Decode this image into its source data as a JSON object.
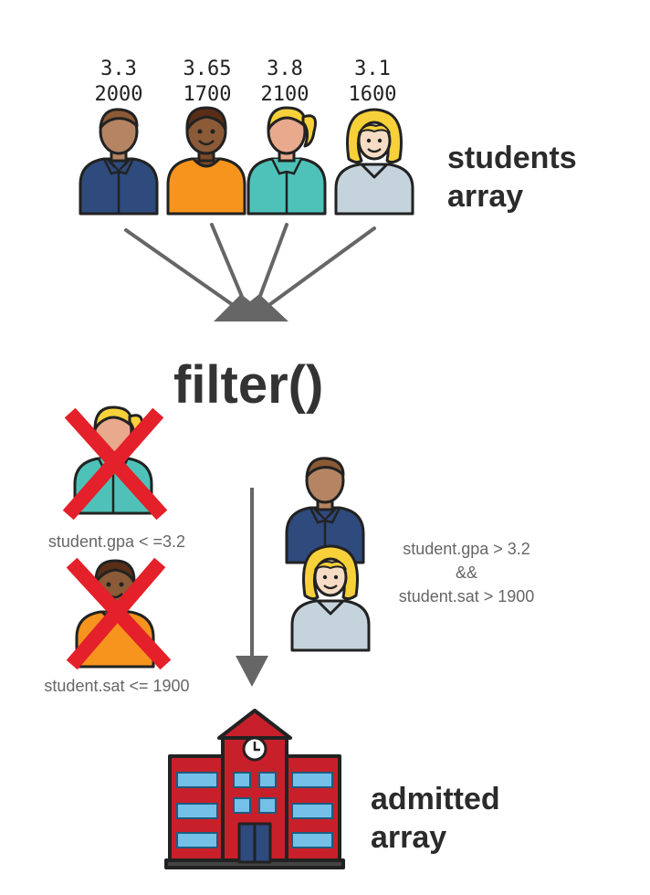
{
  "students": [
    {
      "gpa": "3.3",
      "sat": "2000"
    },
    {
      "gpa": "3.65",
      "sat": "1700"
    },
    {
      "gpa": "3.8",
      "sat": "2100"
    },
    {
      "gpa": "3.1",
      "sat": "1600"
    }
  ],
  "input_label": [
    "students",
    "array"
  ],
  "function_label": "filter()",
  "reject_conditions": {
    "gpa": "student.gpa < =3.2",
    "sat": "student.sat <= 1900"
  },
  "accept_condition": {
    "line1": "student.gpa > 3.2",
    "line2": "&&",
    "line3": "student.sat > 1900"
  },
  "output_label": [
    "admitted",
    "array"
  ],
  "colors": {
    "navy": "#2f4a7c",
    "orange": "#f7941d",
    "teal": "#4ec2b8",
    "light_gray": "#c5d3dc",
    "skin_tan": "#b58563",
    "skin_light": "#f6dcc4",
    "blonde": "#f8d13a",
    "x_red": "#e4202a",
    "building_red": "#c8202b",
    "window_blue": "#74c0e8",
    "arrow_gray": "#666666"
  }
}
